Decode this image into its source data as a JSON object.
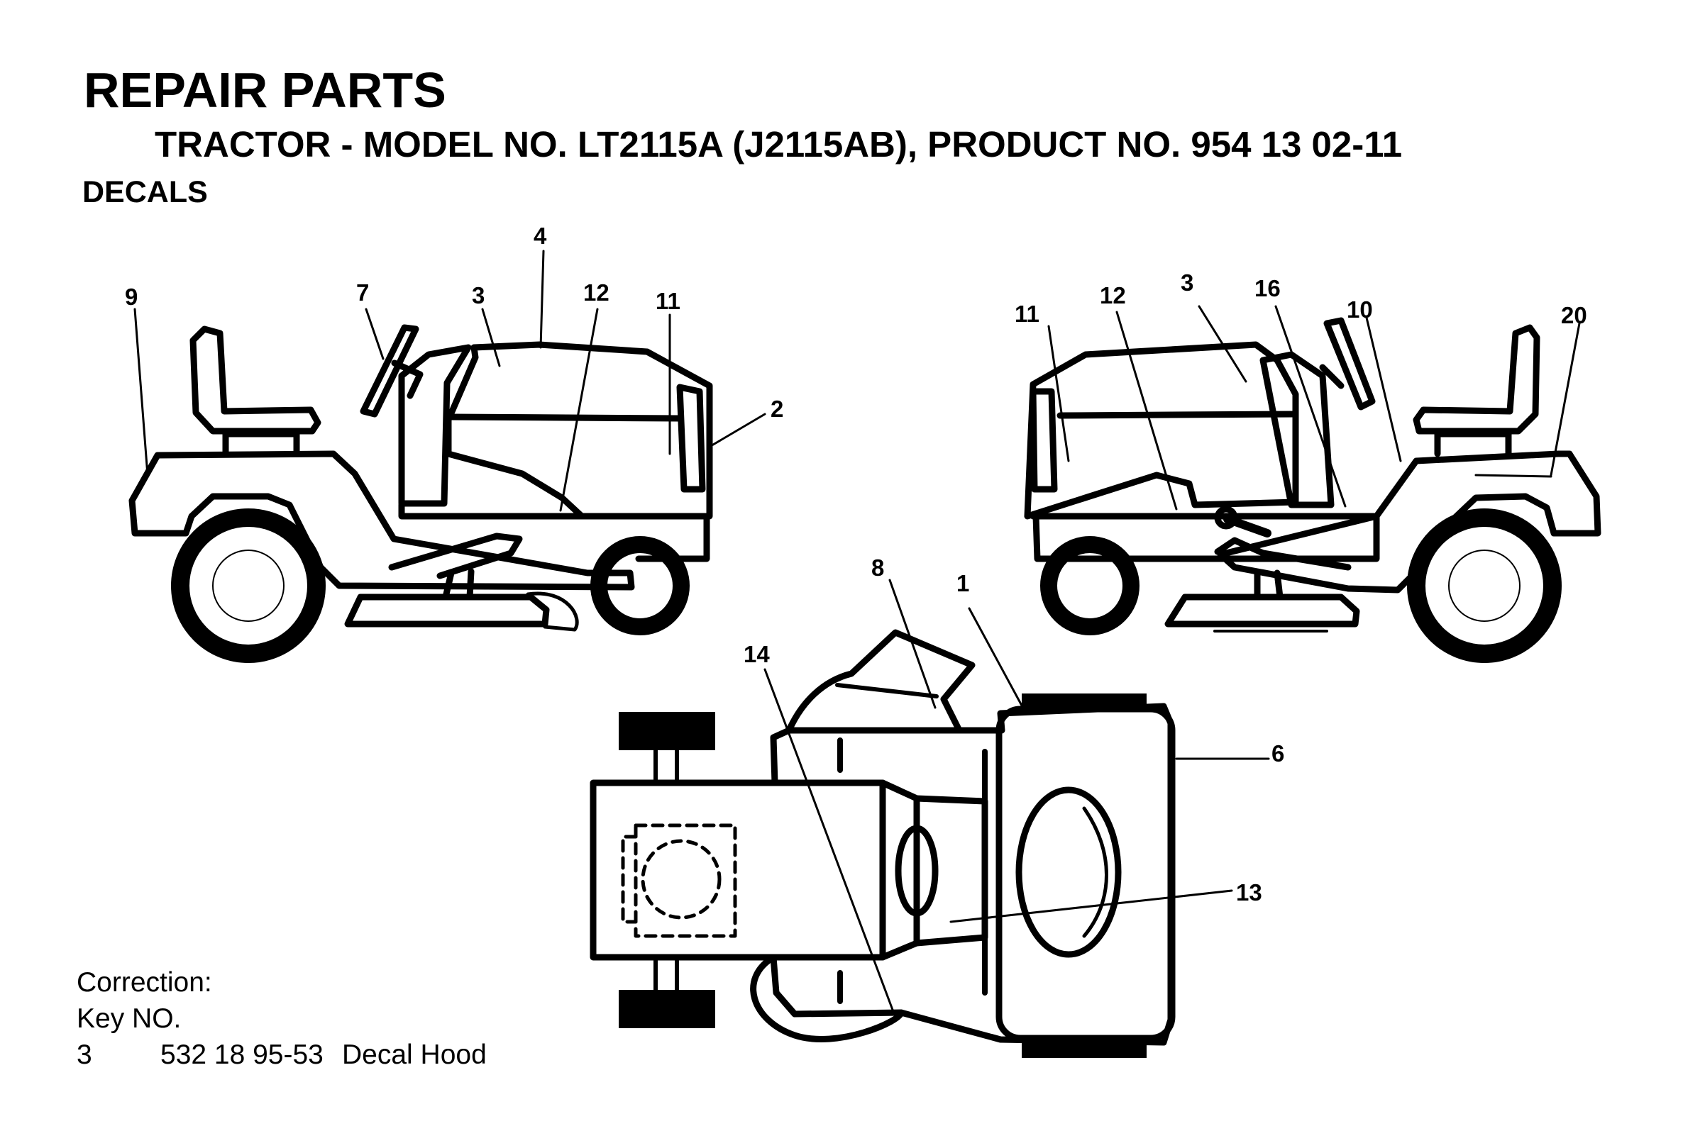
{
  "header": {
    "title": "REPAIR PARTS",
    "subtitle": "TRACTOR - MODEL NO. LT2115A (J2115AB), PRODUCT NO. 954 13 02-11",
    "section": "DECALS"
  },
  "callouts": {
    "left_view": [
      "9",
      "7",
      "3",
      "4",
      "12",
      "11",
      "2"
    ],
    "right_view": [
      "11",
      "12",
      "3",
      "16",
      "10",
      "20"
    ],
    "top_view": [
      "8",
      "1",
      "14",
      "6",
      "13"
    ]
  },
  "correction": {
    "heading": "Correction:",
    "column_label": "Key NO.",
    "rows": [
      {
        "key": "3",
        "part_no": "532 18 95-53",
        "description": "Decal Hood"
      }
    ]
  },
  "colors": {
    "ink": "#000000",
    "paper": "#ffffff"
  }
}
